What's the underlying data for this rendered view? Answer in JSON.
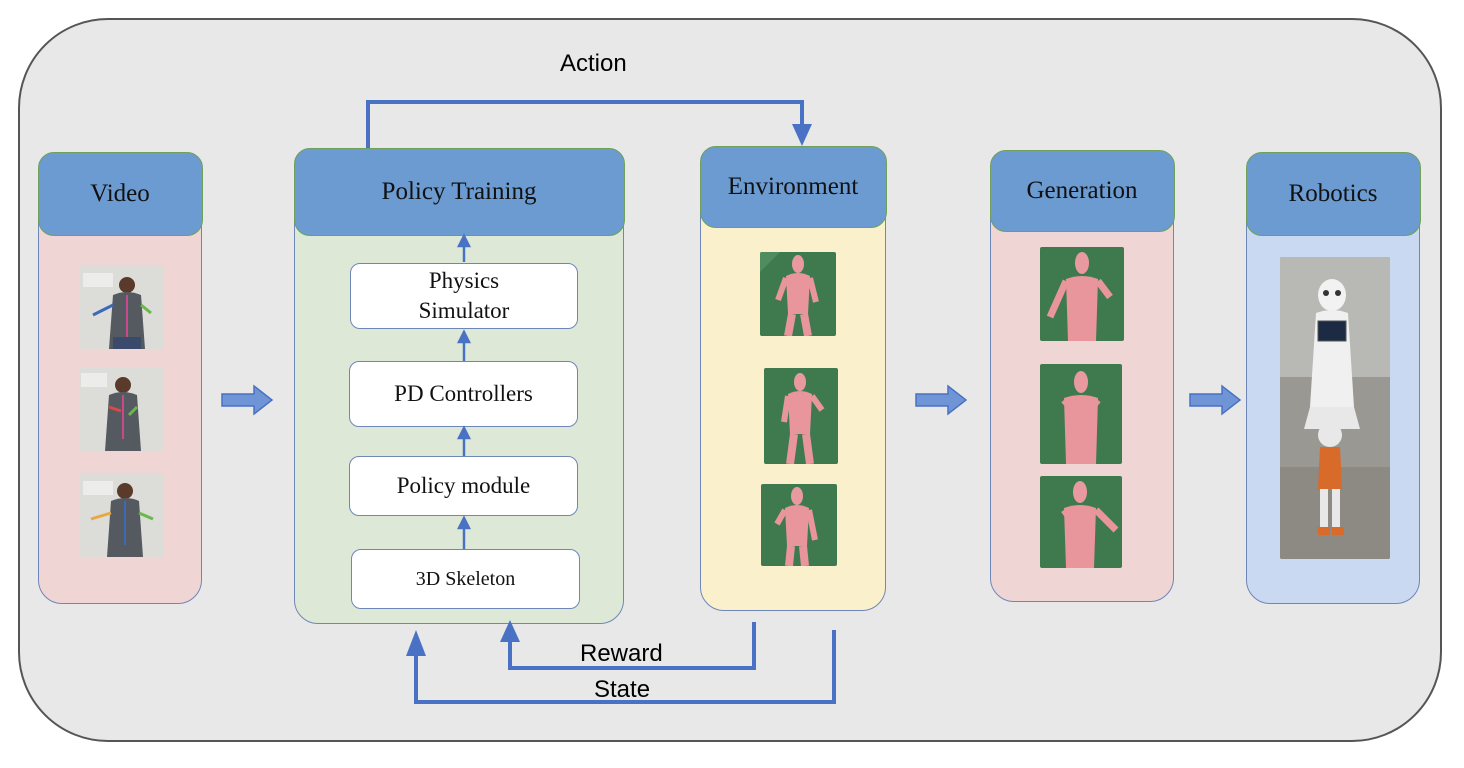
{
  "panels": {
    "video": {
      "title": "Video"
    },
    "policy_training": {
      "title": "Policy Training",
      "modules": {
        "physics_simulator": "Physics\nSimulator",
        "pd_controllers": "PD Controllers",
        "policy_module": "Policy module",
        "skeleton": "3D Skeleton"
      }
    },
    "environment": {
      "title": "Environment"
    },
    "generation": {
      "title": "Generation"
    },
    "robotics": {
      "title": "Robotics"
    }
  },
  "flows": {
    "action": "Action",
    "reward": "Reward",
    "state": "State"
  },
  "colors": {
    "header": "#6b9bd1",
    "video_bg": "#f0d5d5",
    "policy_bg": "#dde9d6",
    "environment_bg": "#fbf0cc",
    "generation_bg": "#f0d5d5",
    "robotics_bg": "#c9d9f2",
    "arrow": "#4a72c4"
  },
  "icons": [
    "person-video-frame",
    "humanoid-render",
    "robot-photo",
    "right-arrow-icon"
  ]
}
